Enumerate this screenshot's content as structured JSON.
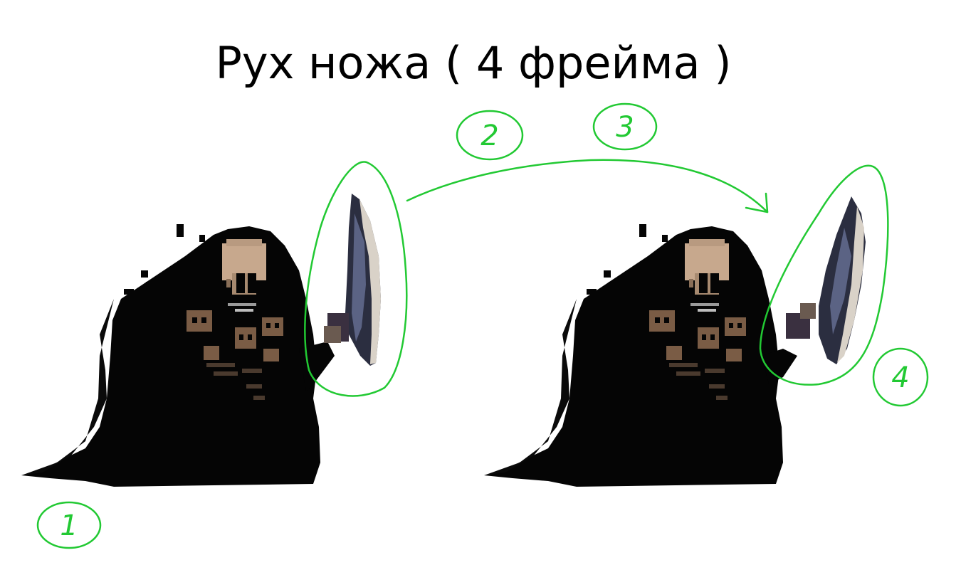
{
  "title": "Рух ножа ( 4 фрейма )",
  "frame_labels": [
    "1",
    "2",
    "3",
    "4"
  ],
  "annotation_color": "#22c933",
  "sprites": [
    {
      "name": "reaper-frame-start"
    },
    {
      "name": "reaper-frame-end"
    }
  ]
}
